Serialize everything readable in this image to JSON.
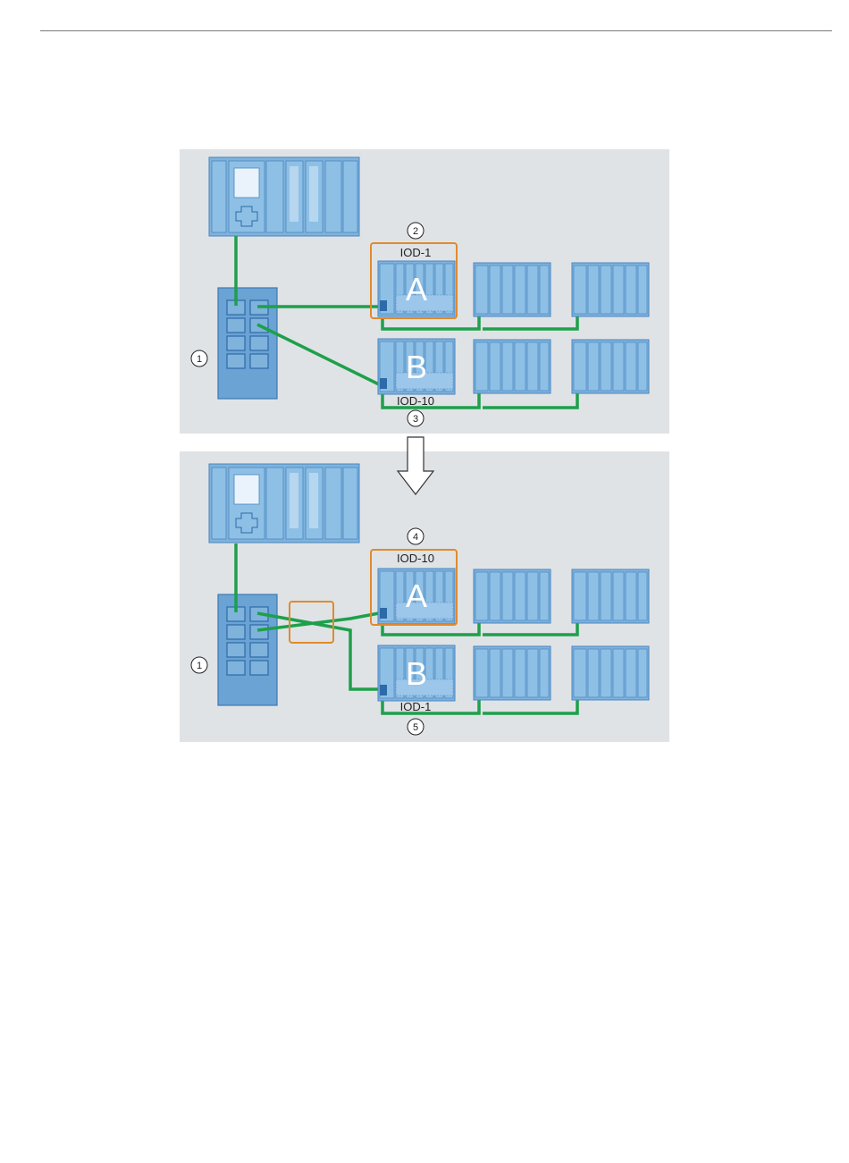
{
  "colors": {
    "panel": "#dfe3e6",
    "device": "#7fb3dc",
    "device_dark": "#4a86c0",
    "cable": "#1ea04a",
    "highlight": "#e08a2e"
  },
  "icons": [
    "down-arrow-icon"
  ],
  "top": {
    "callout_switch": "1",
    "callout_iod_a": "2",
    "callout_iod_b": "3",
    "iod_a_name": "IOD-1",
    "iod_b_name": "IOD-10",
    "letter_a": "A",
    "letter_b": "B"
  },
  "bottom": {
    "callout_switch": "1",
    "callout_iod_a": "4",
    "callout_iod_b": "5",
    "iod_a_name": "IOD-10",
    "iod_b_name": "IOD-1",
    "letter_a": "A",
    "letter_b": "B"
  }
}
